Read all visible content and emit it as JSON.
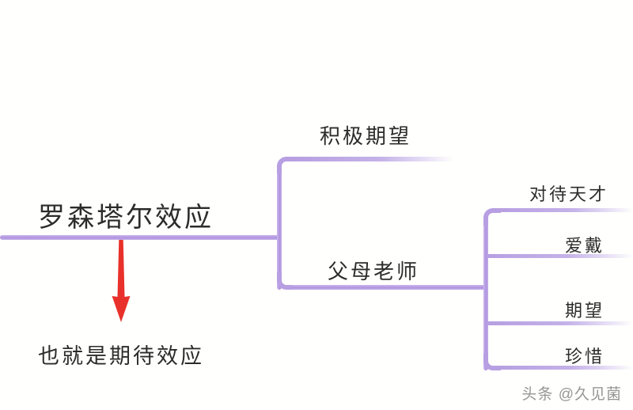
{
  "diagram": {
    "type": "mindmap",
    "root": {
      "label": "罗森塔尔效应"
    },
    "caption": {
      "label": "也就是期待效应"
    },
    "branches": [
      {
        "label": "积极期望",
        "level": 1
      },
      {
        "label": "父母老师",
        "level": 1
      }
    ],
    "subbranches": [
      {
        "label": "对待天才",
        "level": 2,
        "parent": "父母老师"
      },
      {
        "label": "爱戴",
        "level": 2,
        "parent": "父母老师"
      },
      {
        "label": "期望",
        "level": 2,
        "parent": "父母老师"
      },
      {
        "label": "珍惜",
        "level": 2,
        "parent": "父母老师"
      }
    ],
    "annotation": {
      "icon": "down-arrow-icon",
      "color": "#e8312a"
    },
    "line_color": "#b79fe2",
    "background": "#fffffd"
  },
  "watermark": {
    "text": "头条 @久见菌"
  }
}
